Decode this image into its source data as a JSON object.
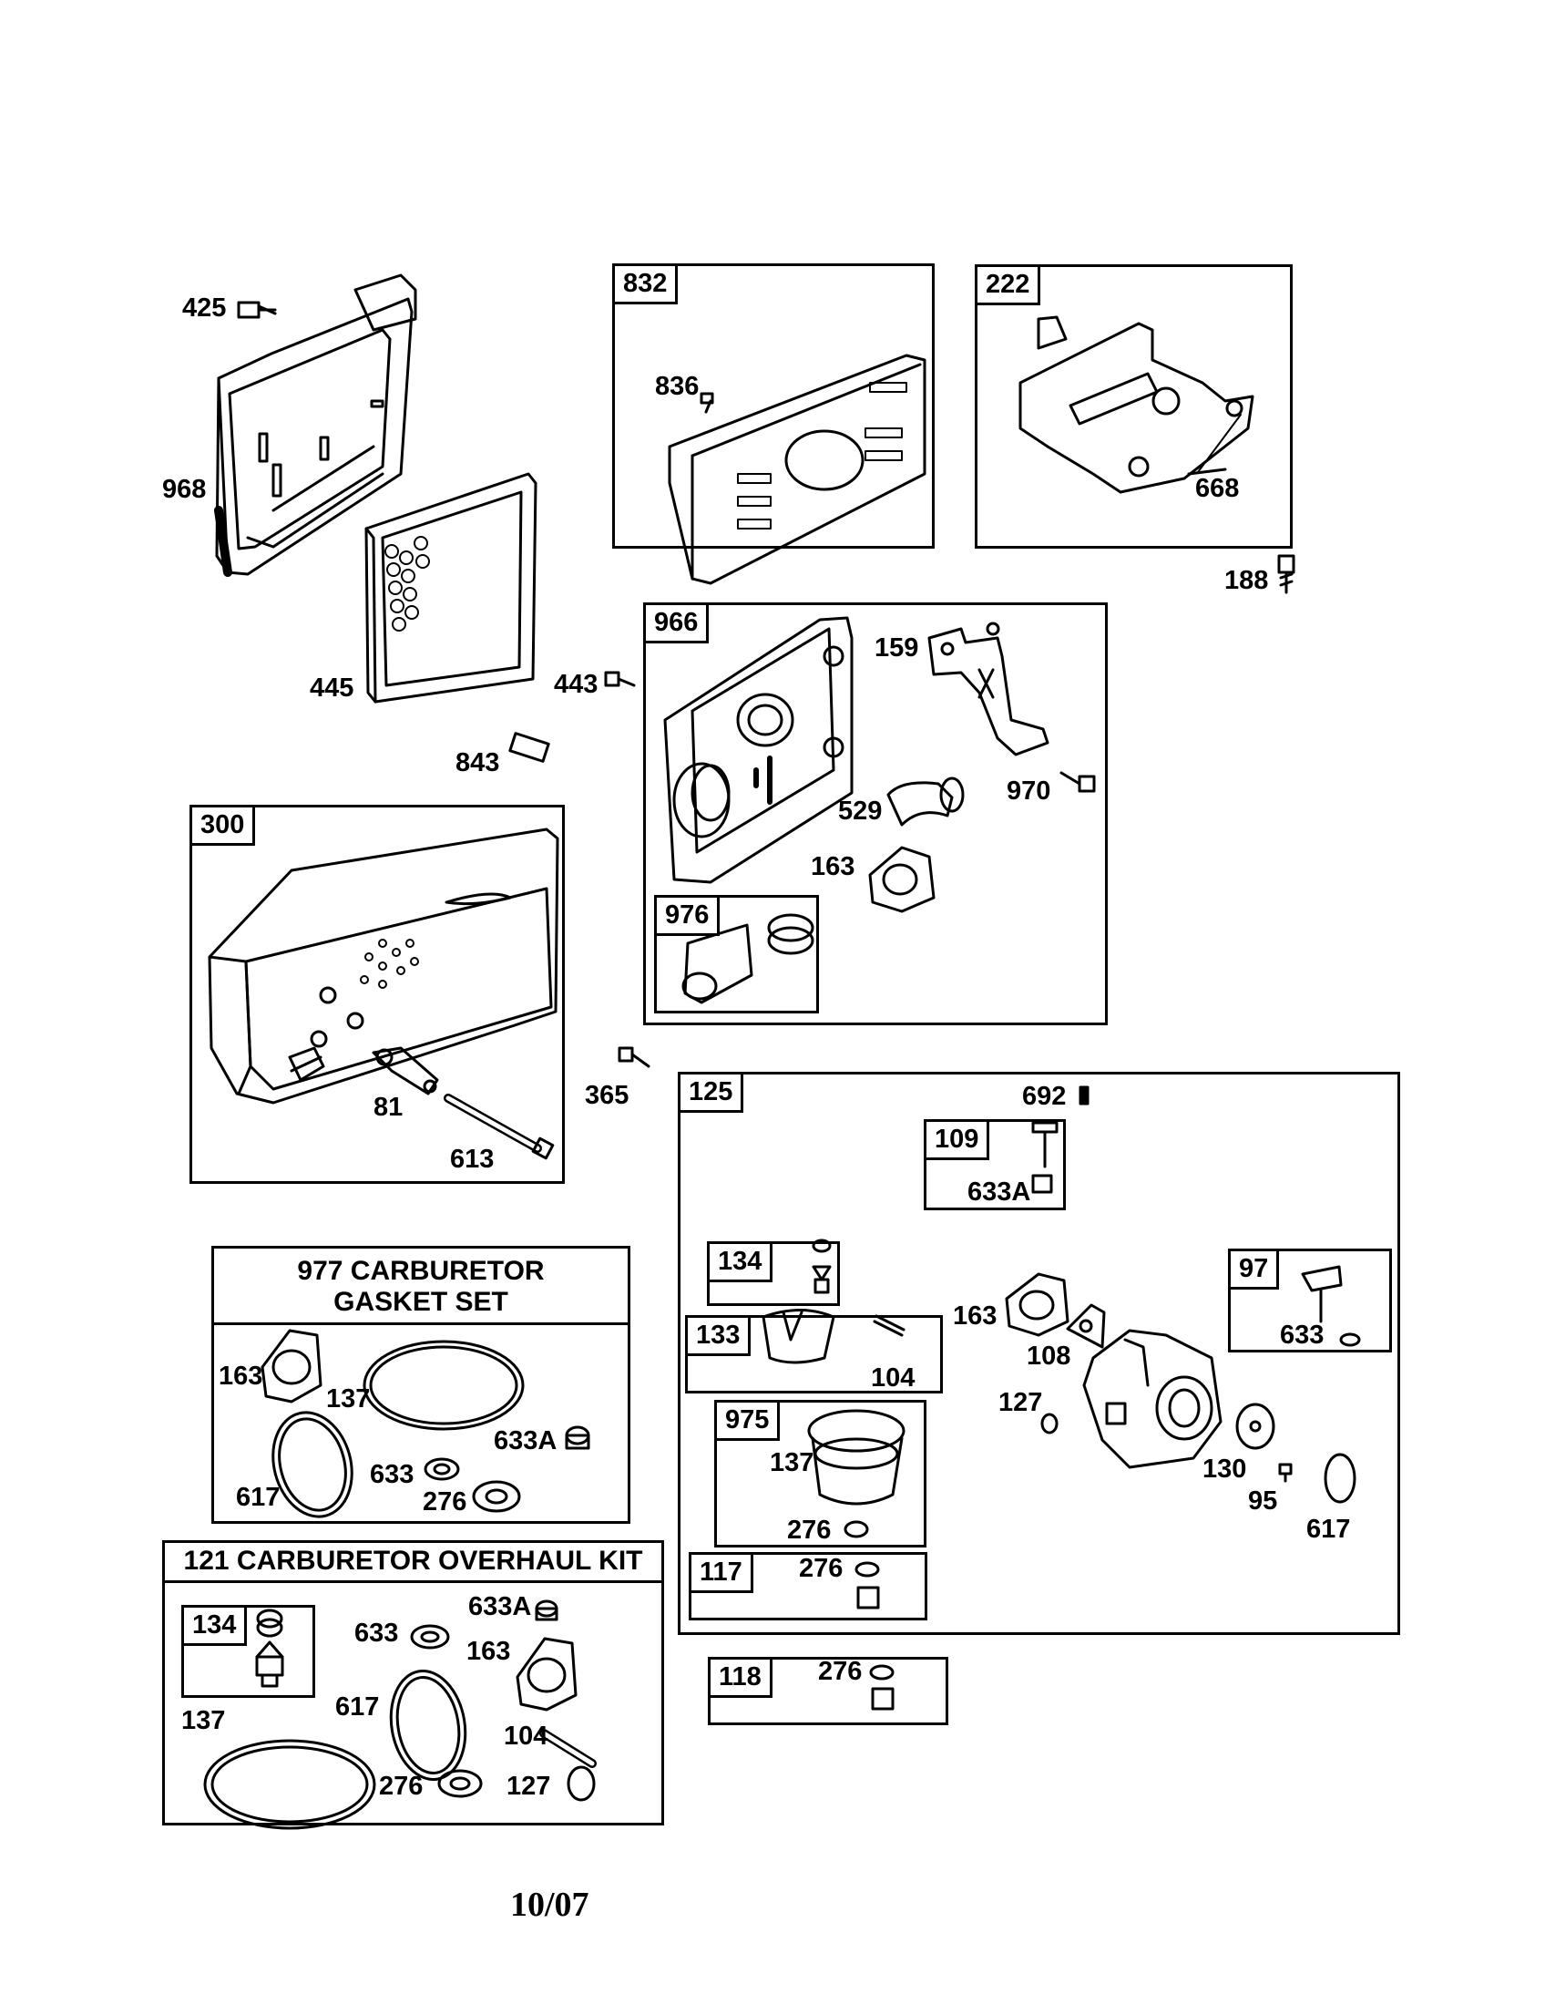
{
  "boxes": {
    "b832": "832",
    "b222": "222",
    "b966": "966",
    "b976": "976",
    "b300": "300",
    "b125": "125",
    "b109": "109",
    "b134": "134",
    "b133": "133",
    "b975": "975",
    "b117": "117",
    "b97": "97",
    "b118": "118",
    "b134kit": "134"
  },
  "kits": {
    "gasket_title_line1": "977 CARBURETOR",
    "gasket_title_line2": "GASKET SET",
    "overhaul_title": "121 CARBURETOR OVERHAUL KIT"
  },
  "labels": {
    "l425": "425",
    "l968": "968",
    "l445": "445",
    "l836": "836",
    "l668": "668",
    "l188": "188",
    "l443": "443",
    "l843": "843",
    "l159": "159",
    "l970": "970",
    "l529": "529",
    "l163a": "163",
    "l81": "81",
    "l613": "613",
    "l365": "365",
    "l692": "692",
    "l633Aa": "633A",
    "l163b": "163",
    "l108": "108",
    "l104a": "104",
    "l127a": "127",
    "l137a": "137",
    "l276a": "276",
    "l130": "130",
    "l95": "95",
    "l617a": "617",
    "l633a": "633",
    "l276b": "276",
    "l163c": "163",
    "l137b": "137",
    "l633Ab": "633A",
    "l633b": "633",
    "l617b": "617",
    "l276c": "276",
    "l633c": "633",
    "l633Ac": "633A",
    "l163d": "163",
    "l617c": "617",
    "l137c": "137",
    "l104b": "104",
    "l276d": "276",
    "l127b": "127",
    "l276e": "276"
  },
  "footer": {
    "date": "10/07"
  },
  "icons": [
    "bolt-icon",
    "air-filter-base-icon",
    "filter-element-icon",
    "shield-icon",
    "bracket-icon",
    "intake-elbow-icon",
    "muffler-icon",
    "carburetor-icon",
    "gasket-icon",
    "o-ring-icon",
    "float-icon",
    "needle-valve-icon"
  ]
}
